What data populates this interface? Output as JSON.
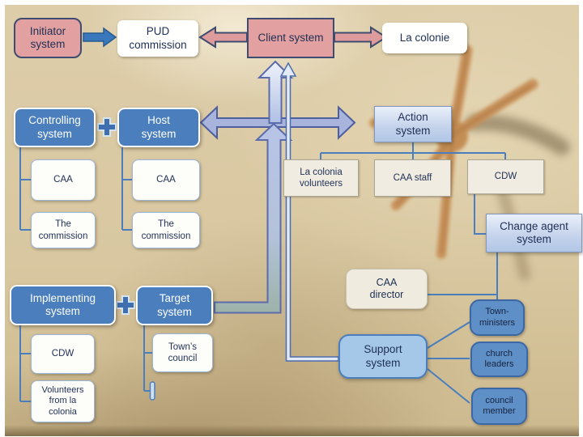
{
  "slide": {
    "kind": "systems-diagram",
    "background": "sand photo with starfish"
  },
  "colors": {
    "accent_blue": "#4a7ebc",
    "support_light_blue": "#a5c8e9",
    "member_medium_blue": "#5f8fc7",
    "pink": "#e2a0a0",
    "navy_text": "#1f2f55",
    "sand": "#d8c7a0",
    "arrow_periwinkle": "#a9b4dc",
    "arrow_outline": "#4e5fa0",
    "connector_blue": "#4a7ebc",
    "gradient_box_top": "#eaf0fa",
    "gradient_box_bottom": "#b2c6e7"
  },
  "symbols": {
    "plus": "+"
  },
  "nodes": {
    "initiator": {
      "label": "Initiator\nsystem"
    },
    "pud_commission": {
      "label": "PUD\ncommission"
    },
    "client": {
      "label": "Client system"
    },
    "la_colonie": {
      "label": "La colonie"
    },
    "controlling": {
      "label": "Controlling\nsystem"
    },
    "host": {
      "label": "Host\nsystem"
    },
    "controlling_caa": {
      "label": "CAA"
    },
    "controlling_commission": {
      "label": "The\ncommission"
    },
    "host_caa": {
      "label": "CAA"
    },
    "host_commission": {
      "label": "The\ncommission"
    },
    "action": {
      "label": "Action\nsystem"
    },
    "la_colonia_volunteers": {
      "label": "La colonia\nvolunteers"
    },
    "caa_staff": {
      "label": "CAA staff"
    },
    "action_cdw": {
      "label": "CDW"
    },
    "change_agent": {
      "label": "Change agent\nsystem"
    },
    "caa_director": {
      "label": "CAA\ndirector"
    },
    "implementing": {
      "label": "Implementing\nsystem"
    },
    "target": {
      "label": "Target\nsystem"
    },
    "implementing_cdw": {
      "label": "CDW"
    },
    "volunteers_from_la_colonia": {
      "label": "Volunteers\nfrom la\ncolonia"
    },
    "towns_council": {
      "label": "Town’s\ncouncil"
    },
    "support": {
      "label": "Support\nsystem"
    },
    "town_ministers": {
      "label": "Town-\nministers"
    },
    "church_leaders": {
      "label": "church\nleaders"
    },
    "council_member": {
      "label": "council\nmember"
    }
  }
}
